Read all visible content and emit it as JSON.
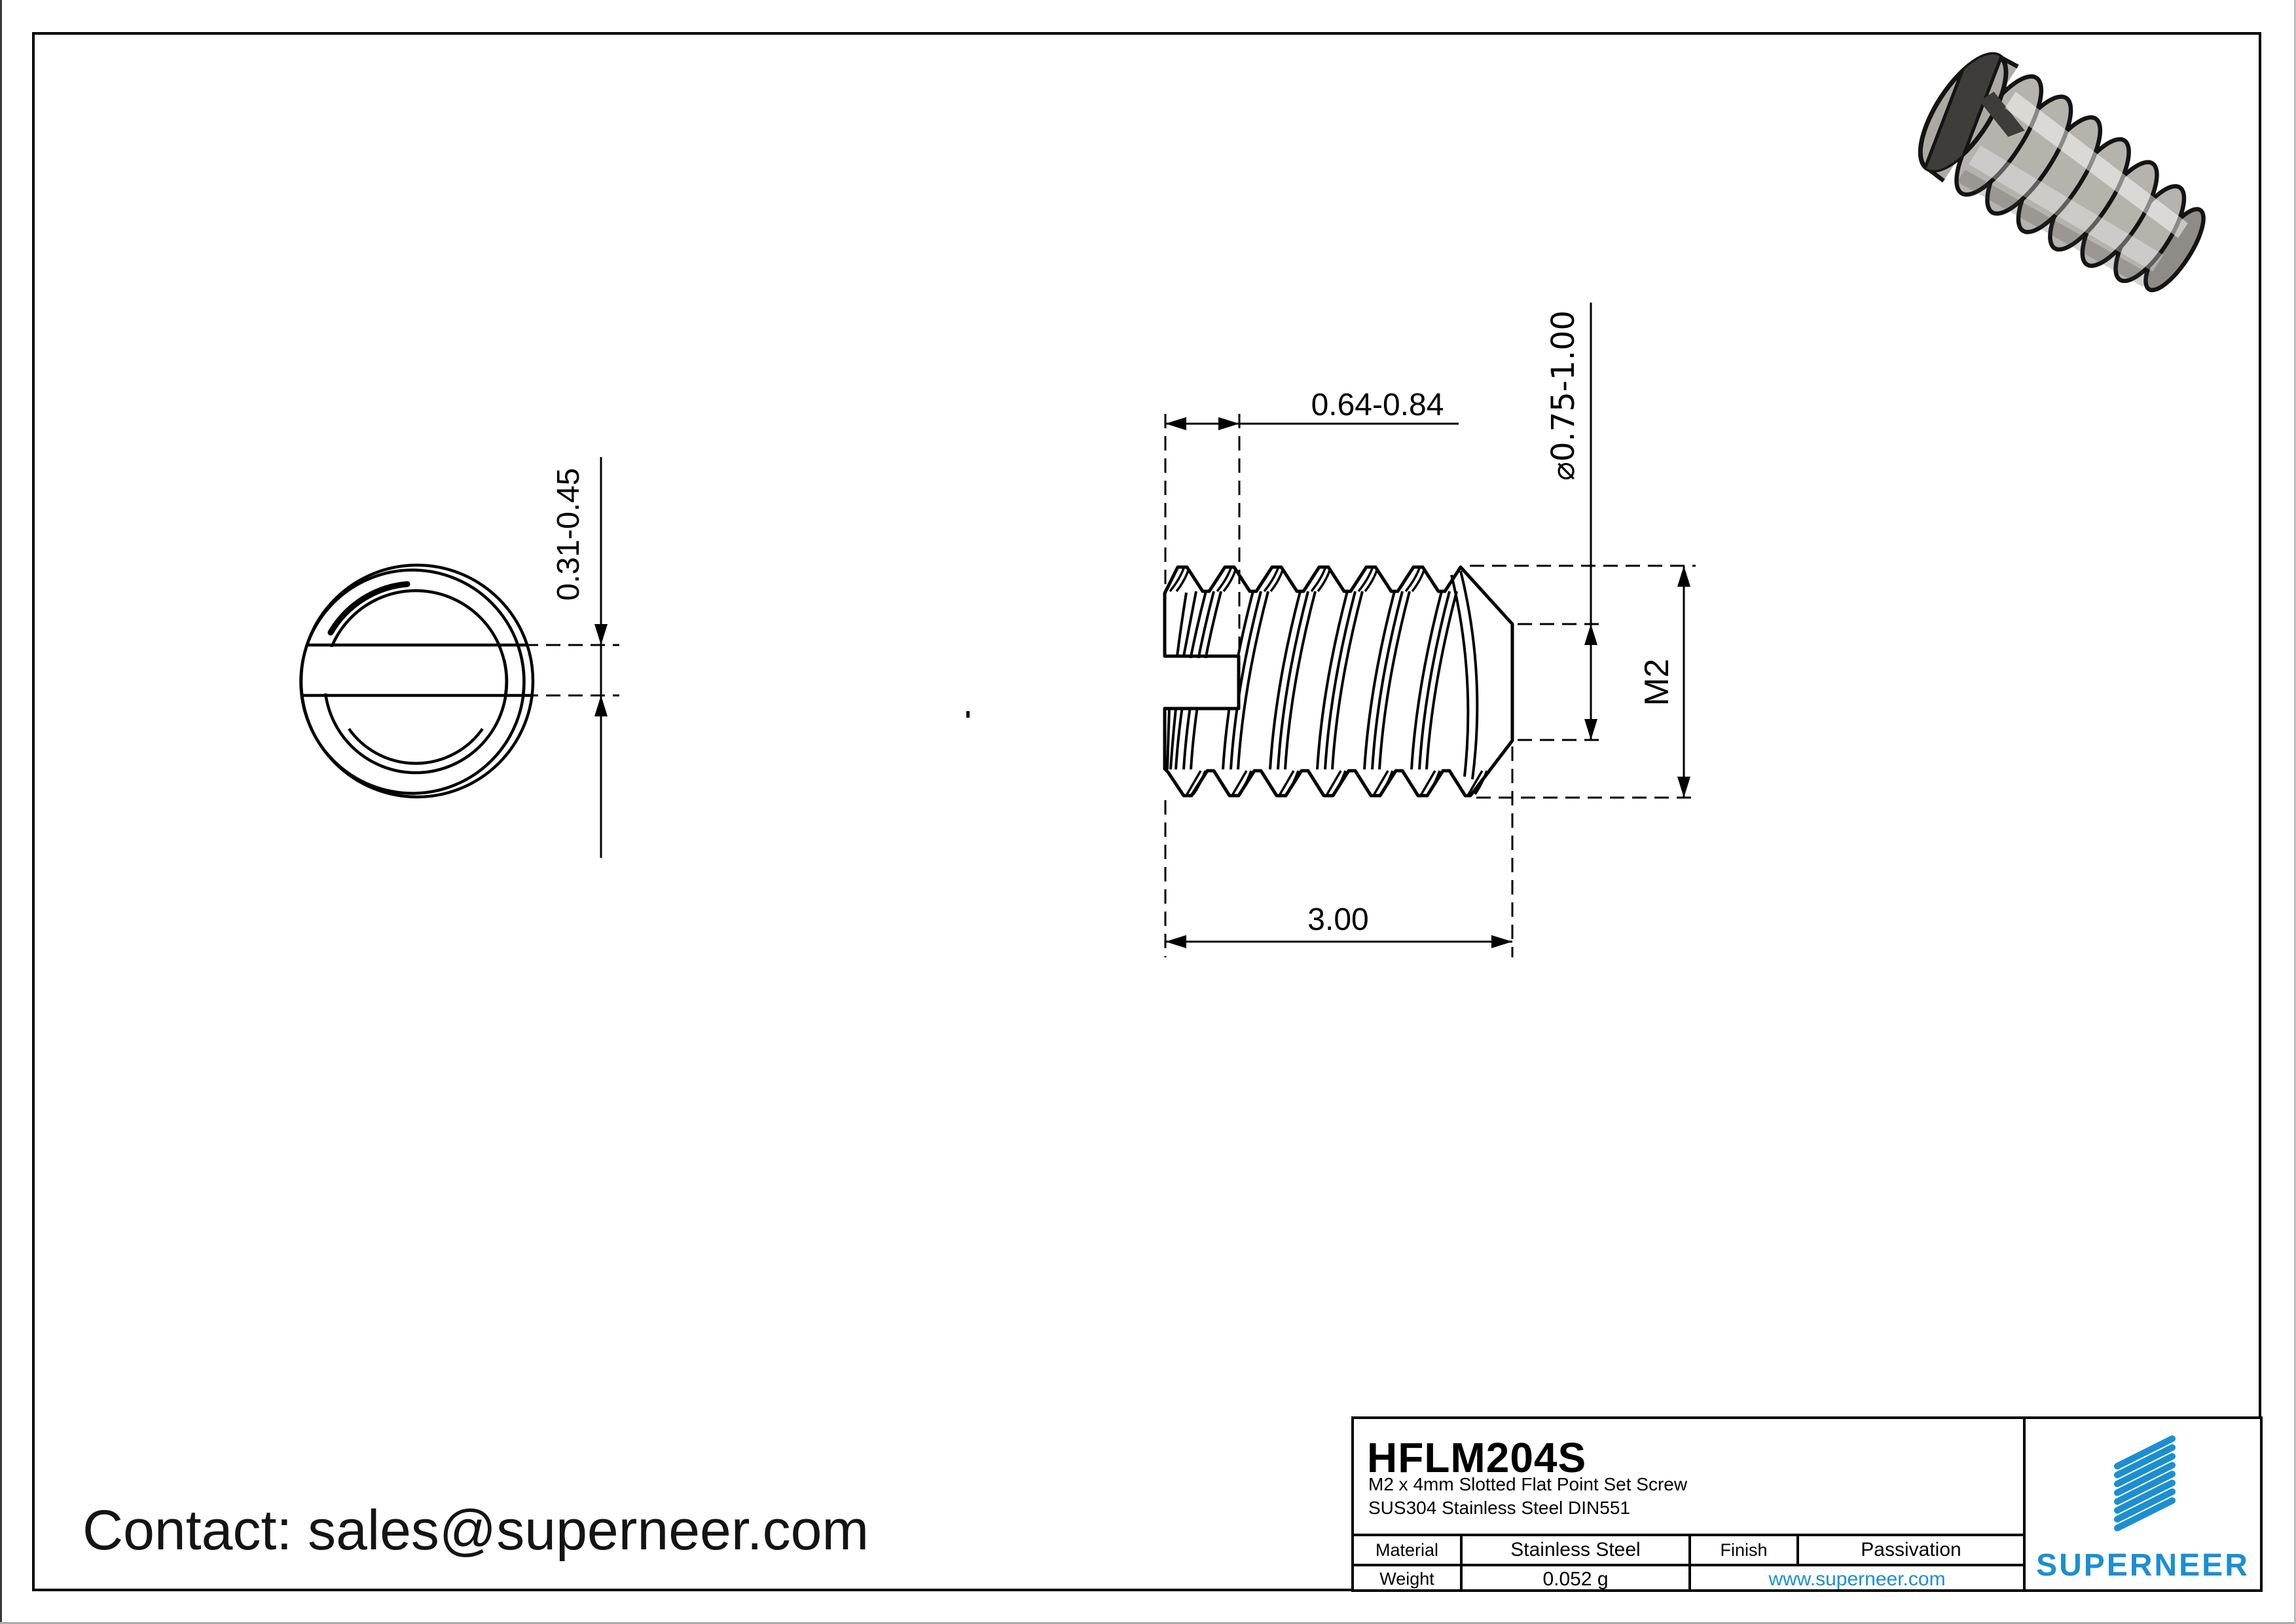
{
  "page": {
    "background": "#ffffff",
    "line_color": "#000000"
  },
  "drawing": {
    "front_view": {
      "dim_slot_width": "0.31-0.45"
    },
    "side_view": {
      "dim_slot_depth": "0.64-0.84",
      "dim_point_diameter": "⌀0.75-1.00",
      "dim_thread_size": "M2",
      "dim_length": "3.00"
    }
  },
  "contact": {
    "text": "Contact: sales@superneer.com"
  },
  "title_block": {
    "part_number": "HFLM204S",
    "description_line1": "M2 x 4mm Slotted Flat Point Set Screw",
    "description_line2": "SUS304 Stainless Steel DIN551",
    "material_label": "Material",
    "material_value": "Stainless Steel",
    "finish_label": "Finish",
    "finish_value": "Passivation",
    "weight_label": "Weight",
    "weight_value": "0.052 g",
    "website": "www.superneer.com",
    "brand": "SUPERNEER"
  },
  "colors": {
    "accent": "#1b8fd1",
    "metal_light": "#c9c6c0",
    "metal_mid": "#b6b3ad",
    "metal_dark": "#8f8c87",
    "slot_dark": "#3e3d3a"
  }
}
